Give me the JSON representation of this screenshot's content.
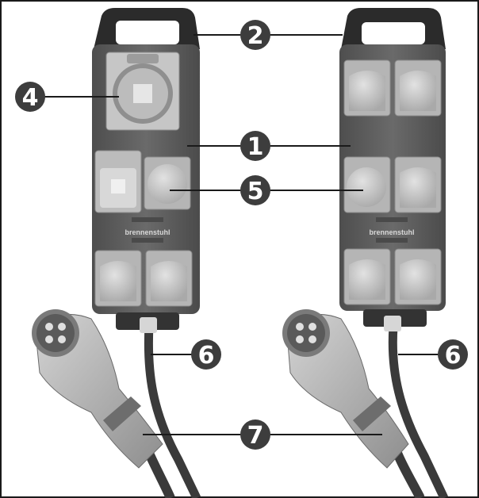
{
  "figure": {
    "callouts": [
      {
        "id": "c1",
        "label": "1"
      },
      {
        "id": "c2",
        "label": "2"
      },
      {
        "id": "c4",
        "label": "4"
      },
      {
        "id": "c5",
        "label": "5"
      },
      {
        "id": "c6a",
        "label": "6"
      },
      {
        "id": "c6b",
        "label": "6"
      },
      {
        "id": "c7",
        "label": "7"
      }
    ],
    "units": [
      {
        "id": "left",
        "brand": "brennenstuhl"
      },
      {
        "id": "right",
        "brand": "brennenstuhl"
      }
    ],
    "colors": {
      "housing": "#5e5e5e",
      "socket": "#c9c9c9",
      "handle": "#2b2b2b",
      "plug": "#b8b8b8",
      "cable": "#3a3a3a",
      "badge": "#3d3d3d"
    }
  }
}
